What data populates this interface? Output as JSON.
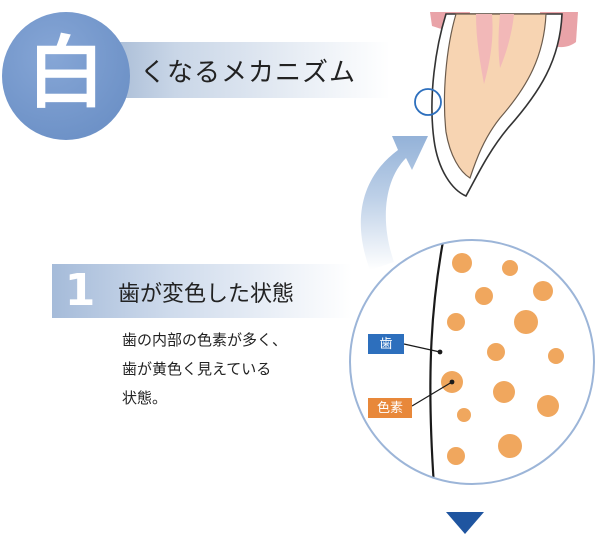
{
  "header": {
    "kanji": "白",
    "title": "くなるメカニズム"
  },
  "step": {
    "number": "1",
    "title": "歯が変色した状態",
    "description": "歯の内部の色素が多く、\n歯が黄色く見えている\n状態。"
  },
  "diagram": {
    "labels": {
      "tooth": "歯",
      "pigment": "色素"
    }
  },
  "colors": {
    "accent_blue": "#6f93c8",
    "label_blue": "#2d6fbd",
    "pigment_orange": "#f0a75e",
    "label_orange": "#e8883a",
    "tooth_fill": "#f7d4b2",
    "gum_pink": "#e9a3a8",
    "arrow_blue": "#1f55a0"
  }
}
